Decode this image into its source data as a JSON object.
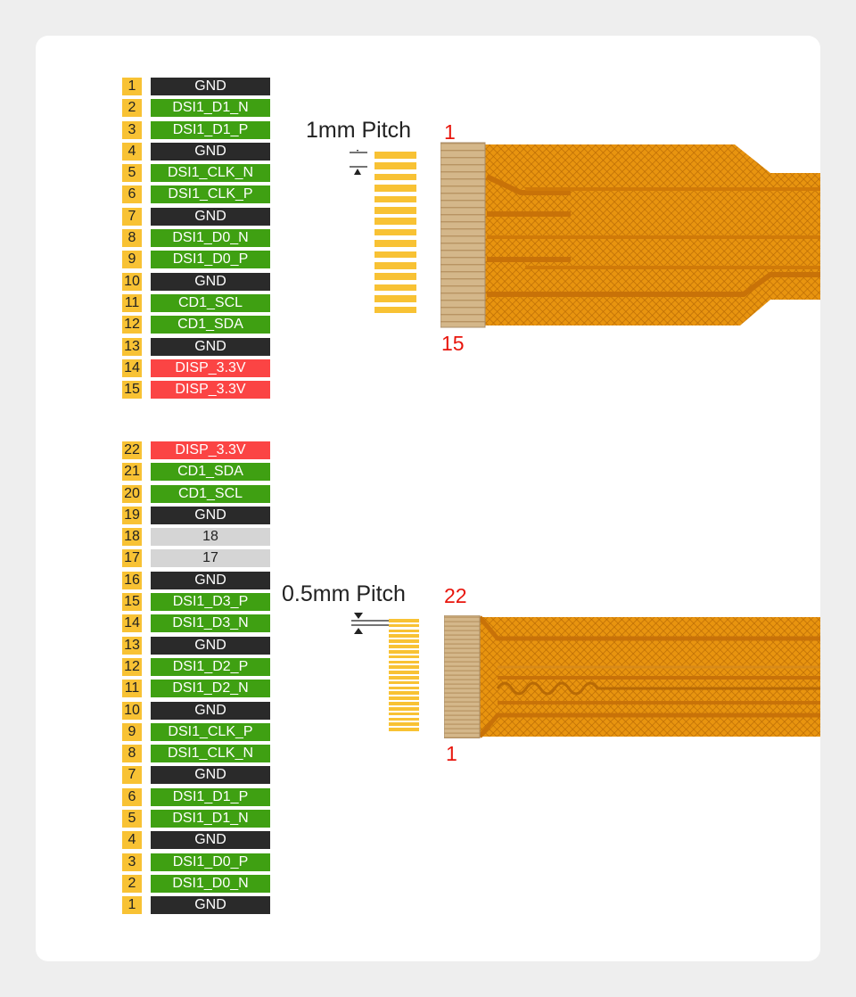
{
  "connector_15pin": {
    "pitch_label": "1mm Pitch",
    "end_label_first": "1",
    "end_label_last": "15",
    "pad_count": 15,
    "pins": [
      {
        "num": "1",
        "label": "GND",
        "kind": "gnd"
      },
      {
        "num": "2",
        "label": "DSI1_D1_N",
        "kind": "sig"
      },
      {
        "num": "3",
        "label": "DSI1_D1_P",
        "kind": "sig"
      },
      {
        "num": "4",
        "label": "GND",
        "kind": "gnd"
      },
      {
        "num": "5",
        "label": "DSI1_CLK_N",
        "kind": "sig"
      },
      {
        "num": "6",
        "label": "DSI1_CLK_P",
        "kind": "sig"
      },
      {
        "num": "7",
        "label": "GND",
        "kind": "gnd"
      },
      {
        "num": "8",
        "label": "DSI1_D0_N",
        "kind": "sig"
      },
      {
        "num": "9",
        "label": "DSI1_D0_P",
        "kind": "sig"
      },
      {
        "num": "10",
        "label": "GND",
        "kind": "gnd"
      },
      {
        "num": "11",
        "label": "CD1_SCL",
        "kind": "sig"
      },
      {
        "num": "12",
        "label": "CD1_SDA",
        "kind": "sig"
      },
      {
        "num": "13",
        "label": "GND",
        "kind": "gnd"
      },
      {
        "num": "14",
        "label": "DISP_3.3V",
        "kind": "pwr"
      },
      {
        "num": "15",
        "label": "DISP_3.3V",
        "kind": "pwr"
      }
    ]
  },
  "connector_22pin": {
    "pitch_label": "0.5mm Pitch",
    "end_label_first": "22",
    "end_label_last": "1",
    "pad_count": 22,
    "pins": [
      {
        "num": "22",
        "label": "DISP_3.3V",
        "kind": "pwr"
      },
      {
        "num": "21",
        "label": "CD1_SDA",
        "kind": "sig"
      },
      {
        "num": "20",
        "label": "CD1_SCL",
        "kind": "sig"
      },
      {
        "num": "19",
        "label": "GND",
        "kind": "gnd"
      },
      {
        "num": "18",
        "label": "18",
        "kind": "nc"
      },
      {
        "num": "17",
        "label": "17",
        "kind": "nc"
      },
      {
        "num": "16",
        "label": "GND",
        "kind": "gnd"
      },
      {
        "num": "15",
        "label": "DSI1_D3_P",
        "kind": "sig"
      },
      {
        "num": "14",
        "label": "DSI1_D3_N",
        "kind": "sig"
      },
      {
        "num": "13",
        "label": "GND",
        "kind": "gnd"
      },
      {
        "num": "12",
        "label": "DSI1_D2_P",
        "kind": "sig"
      },
      {
        "num": "11",
        "label": "DSI1_D2_N",
        "kind": "sig"
      },
      {
        "num": "10",
        "label": "GND",
        "kind": "gnd"
      },
      {
        "num": "9",
        "label": "DSI1_CLK_P",
        "kind": "sig"
      },
      {
        "num": "8",
        "label": "DSI1_CLK_N",
        "kind": "sig"
      },
      {
        "num": "7",
        "label": "GND",
        "kind": "gnd"
      },
      {
        "num": "6",
        "label": "DSI1_D1_P",
        "kind": "sig"
      },
      {
        "num": "5",
        "label": "DSI1_D1_N",
        "kind": "sig"
      },
      {
        "num": "4",
        "label": "GND",
        "kind": "gnd"
      },
      {
        "num": "3",
        "label": "DSI1_D0_P",
        "kind": "sig"
      },
      {
        "num": "2",
        "label": "DSI1_D0_N",
        "kind": "sig"
      },
      {
        "num": "1",
        "label": "GND",
        "kind": "gnd"
      }
    ]
  },
  "colors": {
    "pin_number_bg": "#f8c234",
    "gnd": "#2a2a2a",
    "signal": "#3fa012",
    "power": "#fb4444",
    "not_connected": "#d5d5d5",
    "end_label": "#e8150c",
    "flex_cable": "#e8930c",
    "contact_pad": "#f8c234"
  }
}
